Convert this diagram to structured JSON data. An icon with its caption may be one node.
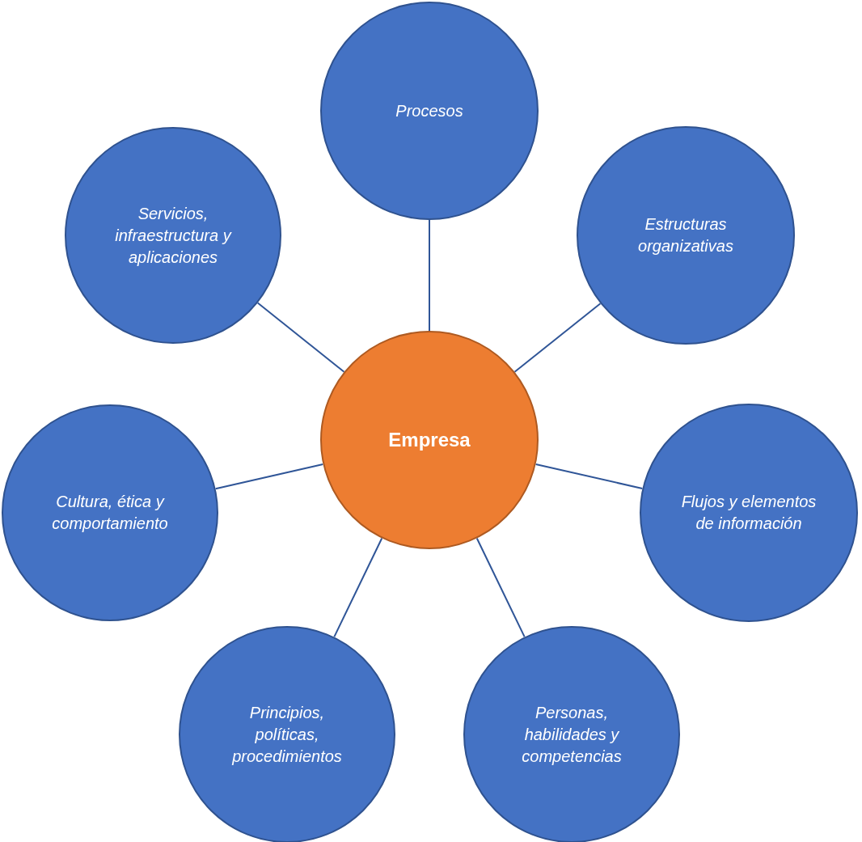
{
  "diagram": {
    "nodes": [
      {
        "text": [
          "Empresa"
        ]
      },
      {
        "text": [
          "Procesos"
        ]
      },
      {
        "text": [
          "Servicios, infraestructura y aplicaciones"
        ]
      },
      {
        "text": [
          "Estructuras organizativas"
        ]
      },
      {
        "text": [
          "Cultura, ética y comportamiento"
        ]
      },
      {
        "text": [
          "Flujos y elementos de información"
        ]
      },
      {
        "text": [
          "Principios, políticas, procedimientos"
        ]
      },
      {
        "text": [
          "Personas, habilidades y competencias"
        ]
      }
    ],
    "edges": [
      {
        "from": 1,
        "to": 0,
        "arrow": "none"
      },
      {
        "from": 2,
        "to": 0,
        "arrow": "none"
      },
      {
        "from": 3,
        "to": 0,
        "arrow": "none"
      },
      {
        "from": 4,
        "to": 0,
        "arrow": "none"
      },
      {
        "from": 5,
        "to": 0,
        "arrow": "none"
      },
      {
        "from": 6,
        "to": 0,
        "arrow": "none"
      },
      {
        "from": 7,
        "to": 0,
        "arrow": "none"
      }
    ]
  }
}
